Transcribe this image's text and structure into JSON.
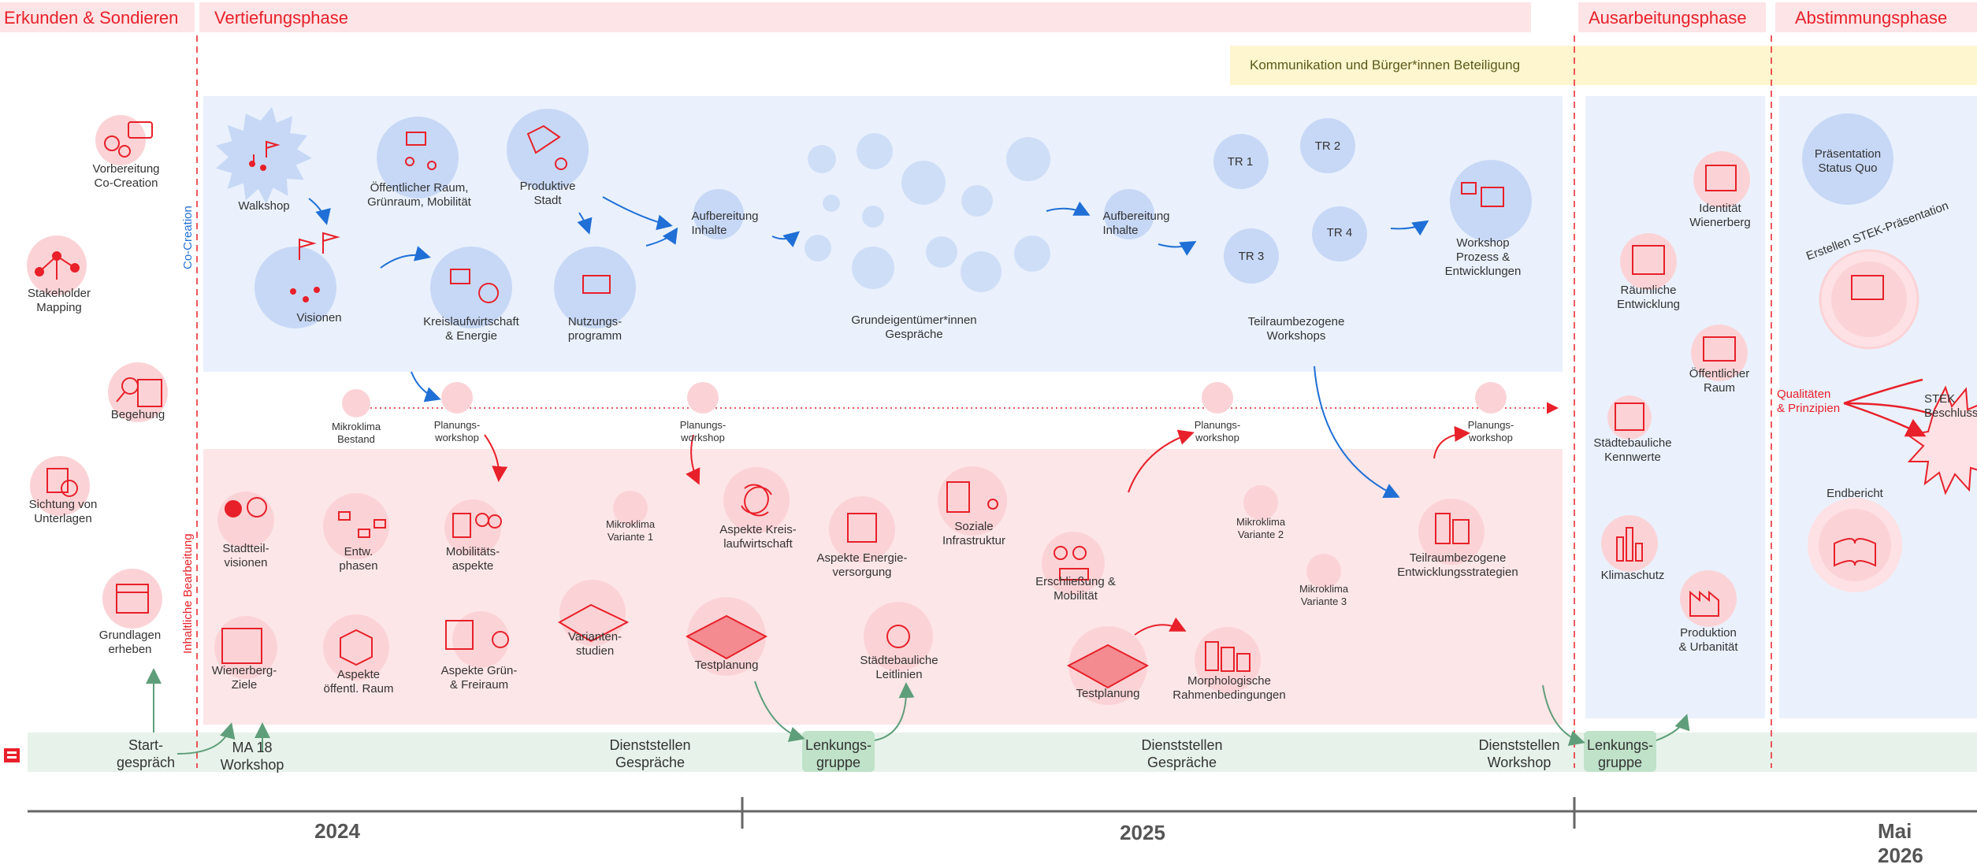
{
  "phases": {
    "erkunden": "Erkunden & Sondieren",
    "vertiefung": "Vertiefungsphase",
    "ausarbeitung": "Ausarbeitungsphase",
    "abstimmung": "Abstimmungsphase"
  },
  "kommunikation": "Kommunikation und Bürger*innen Beteiligung",
  "side_labels": {
    "co_creation": "Co-Creation",
    "inhaltliche": "Inhaltliche Bearbeitung"
  },
  "erkunden_items": {
    "vorbereitung": [
      "Vorbereitung",
      "Co-Creation"
    ],
    "stakeholder": [
      "Stakeholder",
      "Mapping"
    ],
    "begehung": [
      "Begehung"
    ],
    "sichtung": [
      "Sichtung von",
      "Unterlagen"
    ],
    "grundlagen": [
      "Grundlagen",
      "erheben"
    ]
  },
  "co_creation_items": {
    "walkshop": [
      "Walkshop"
    ],
    "visionen": [
      "Visionen"
    ],
    "oeffentlicher_raum": [
      "Öffentlicher Raum,",
      "Grünraum, Mobilität"
    ],
    "kreislauf": [
      "Kreislaufwirtschaft",
      "& Energie"
    ],
    "produktive_stadt": [
      "Produktive",
      "Stadt"
    ],
    "nutzungsprogramm": [
      "Nutzungs-",
      "programm"
    ],
    "aufbereitung1": [
      "Aufbereitung",
      "Inhalte"
    ],
    "grundeigentuemer": [
      "Grundeigentümer*innen",
      "Gespräche"
    ],
    "aufbereitung2": [
      "Aufbereitung",
      "Inhalte"
    ],
    "tr1": "TR 1",
    "tr2": "TR 2",
    "tr3": "TR 3",
    "tr4": "TR 4",
    "teilraum_workshops": [
      "Teilraumbezogene",
      "Workshops"
    ],
    "workshop_prozess": [
      "Workshop",
      "Prozess &",
      "Entwicklungen"
    ]
  },
  "middle_items": {
    "mikroklima_bestand": [
      "Mikroklima",
      "Bestand"
    ],
    "planungsworkshop1": [
      "Planungs-",
      "workshop"
    ],
    "planungsworkshop2": [
      "Planungs-",
      "workshop"
    ],
    "planungsworkshop3": [
      "Planungs-",
      "workshop"
    ],
    "planungsworkshop4": [
      "Planungs-",
      "workshop"
    ]
  },
  "inhaltliche_items": {
    "stadtteilvisionen": [
      "Stadtteil-",
      "visionen"
    ],
    "entw_phasen": [
      "Entw.",
      "phasen"
    ],
    "mobilitaet": [
      "Mobilitäts-",
      "aspekte"
    ],
    "mikroklima_v1": [
      "Mikroklima",
      "Variante 1"
    ],
    "aspekte_kreislauf": [
      "Aspekte Kreis-",
      "laufwirtschaft"
    ],
    "aspekte_energie": [
      "Aspekte Energie-",
      "versorgung"
    ],
    "soziale_infra": [
      "Soziale",
      "Infrastruktur"
    ],
    "erschliessung": [
      "Erschließung &",
      "Mobilität"
    ],
    "mikroklima_v2": [
      "Mikroklima",
      "Variante 2"
    ],
    "mikroklima_v3": [
      "Mikroklima",
      "Variante 3"
    ],
    "teilraum_strategien": [
      "Teilraumbezogene",
      "Entwicklungsstrategien"
    ],
    "wienerberg_ziele": [
      "Wienerberg-",
      "Ziele"
    ],
    "aspekte_oeffentl": [
      "Aspekte",
      "öffentl. Raum"
    ],
    "aspekte_gruen": [
      "Aspekte Grün-",
      "& Freiraum"
    ],
    "varianten": [
      "Varianten-",
      "studien"
    ],
    "testplanung1": [
      "Testplanung"
    ],
    "staedtebau_leitlinien": [
      "Städtebauliche",
      "Leitlinien"
    ],
    "testplanung2": [
      "Testplanung"
    ],
    "morphologische": [
      "Morphologische",
      "Rahmenbedingungen"
    ]
  },
  "ausarbeitung_items": {
    "identitaet": [
      "Identität",
      "Wienerberg"
    ],
    "raeumliche": [
      "Räumliche",
      "Entwicklung"
    ],
    "oeffentlicher_raum": [
      "Öffentlicher",
      "Raum"
    ],
    "kennwerte": [
      "Städtebauliche",
      "Kennwerte"
    ],
    "klimaschutz": [
      "Klimaschutz"
    ],
    "produktion": [
      "Produktion",
      "& Urbanität"
    ]
  },
  "abstimmung_items": {
    "praesentation": [
      "Präsentation",
      "Status Quo"
    ],
    "erstellen": "Erstellen STEK-Präsentation",
    "qualitaeten": [
      "Qualitäten",
      "& Prinzipien"
    ],
    "stek": [
      "STEK",
      "Beschluss"
    ],
    "endbericht": "Endbericht"
  },
  "bottom_row": {
    "startgespraech": [
      "Start-",
      "gespräch"
    ],
    "ma18": [
      "MA 18",
      "Workshop"
    ],
    "dienststellen1": [
      "Dienststellen",
      "Gespräche"
    ],
    "lenkung1": [
      "Lenkungs-",
      "gruppe"
    ],
    "dienststellen2": [
      "Dienststellen",
      "Gespräche"
    ],
    "dienststellen_ws": [
      "Dienststellen",
      "Workshop"
    ],
    "lenkung2": [
      "Lenkungs-",
      "gruppe"
    ]
  },
  "timeline": {
    "y2024": "2024",
    "y2025": "2025",
    "mai2026": "Mai 2026"
  },
  "colors": {
    "accent_red": "#e8202a",
    "phase_pink": "#fde4e6",
    "co_blue": "#eaf1fc",
    "burst_blue": "#c7d8f6",
    "inhalt_pink": "#fde6e8",
    "bottom_green": "#e7f3ea",
    "lenkung_green": "#bfe2c9",
    "komm_yellow": "#fdf6cf",
    "arrow_blue": "#1f6fd6",
    "arrow_green": "#5f9e7a"
  }
}
